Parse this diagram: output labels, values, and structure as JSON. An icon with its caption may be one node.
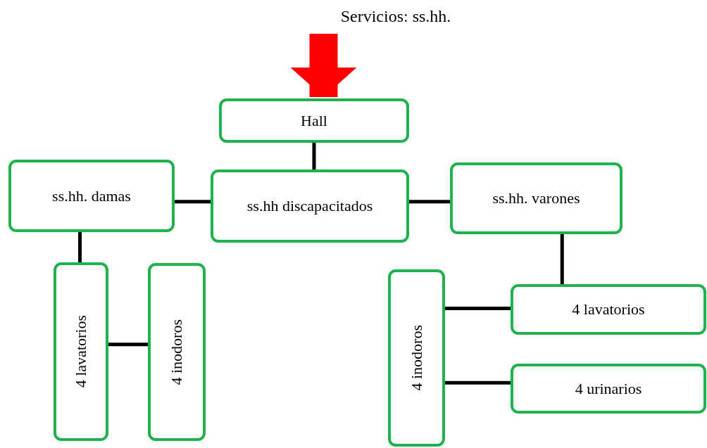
{
  "diagram": {
    "title": "Servicios: ss.hh.",
    "nodes": [
      {
        "text": [
          "Hall"
        ]
      },
      {
        "text": [
          "ss.hh. damas"
        ]
      },
      {
        "text": [
          "ss.hh discapacitados"
        ]
      },
      {
        "text": [
          "ss.hh. varones"
        ]
      },
      {
        "text": [
          "4 lavatorios"
        ]
      },
      {
        "text": [
          "4 inodoros"
        ]
      },
      {
        "text": [
          "4 inodoros"
        ]
      },
      {
        "text": [
          "4 lavatorios"
        ]
      },
      {
        "text": [
          "4 urinarios"
        ]
      }
    ],
    "edges": [
      {
        "from": null,
        "to": 0,
        "arrow": "to",
        "style": "thick",
        "color": "#ff0000"
      },
      {
        "from": 0,
        "to": 2,
        "arrow": "none"
      },
      {
        "from": 1,
        "to": 2,
        "arrow": "none"
      },
      {
        "from": 2,
        "to": 3,
        "arrow": "none"
      },
      {
        "from": 1,
        "to": 4,
        "arrow": "none"
      },
      {
        "from": 4,
        "to": 5,
        "arrow": "none"
      },
      {
        "from": 3,
        "to": 7,
        "arrow": "none"
      },
      {
        "from": 6,
        "to": 7,
        "arrow": "none"
      },
      {
        "from": 6,
        "to": 8,
        "arrow": "none"
      }
    ]
  }
}
